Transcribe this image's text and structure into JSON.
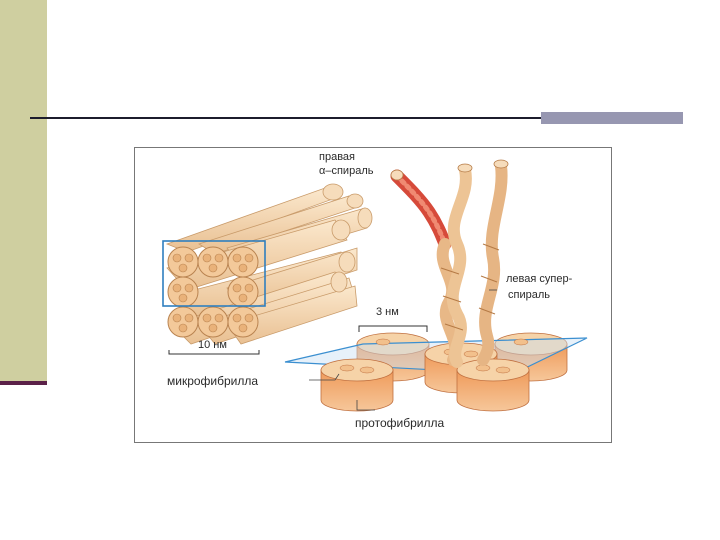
{
  "figure": {
    "labels": {
      "right_helix_line1": "правая",
      "right_helix_line2": "α–спираль",
      "left_superhelix_line1": "левая супер-",
      "left_superhelix_line2": "спираль",
      "dim_3nm": "3 нм",
      "dim_10nm": "10 нм",
      "microfibril": "микрофибрилла",
      "protofibril": "протофибрилла"
    },
    "colors": {
      "fiber_fill": "#f4d6b0",
      "fiber_stroke": "#c99b6a",
      "disk_side": "#e79a62",
      "disk_top": "#f6d3a8",
      "helix_red": "#d64a3a",
      "box_blue": "#2f7fbf",
      "plane_blue": "#3b8fd0"
    }
  }
}
